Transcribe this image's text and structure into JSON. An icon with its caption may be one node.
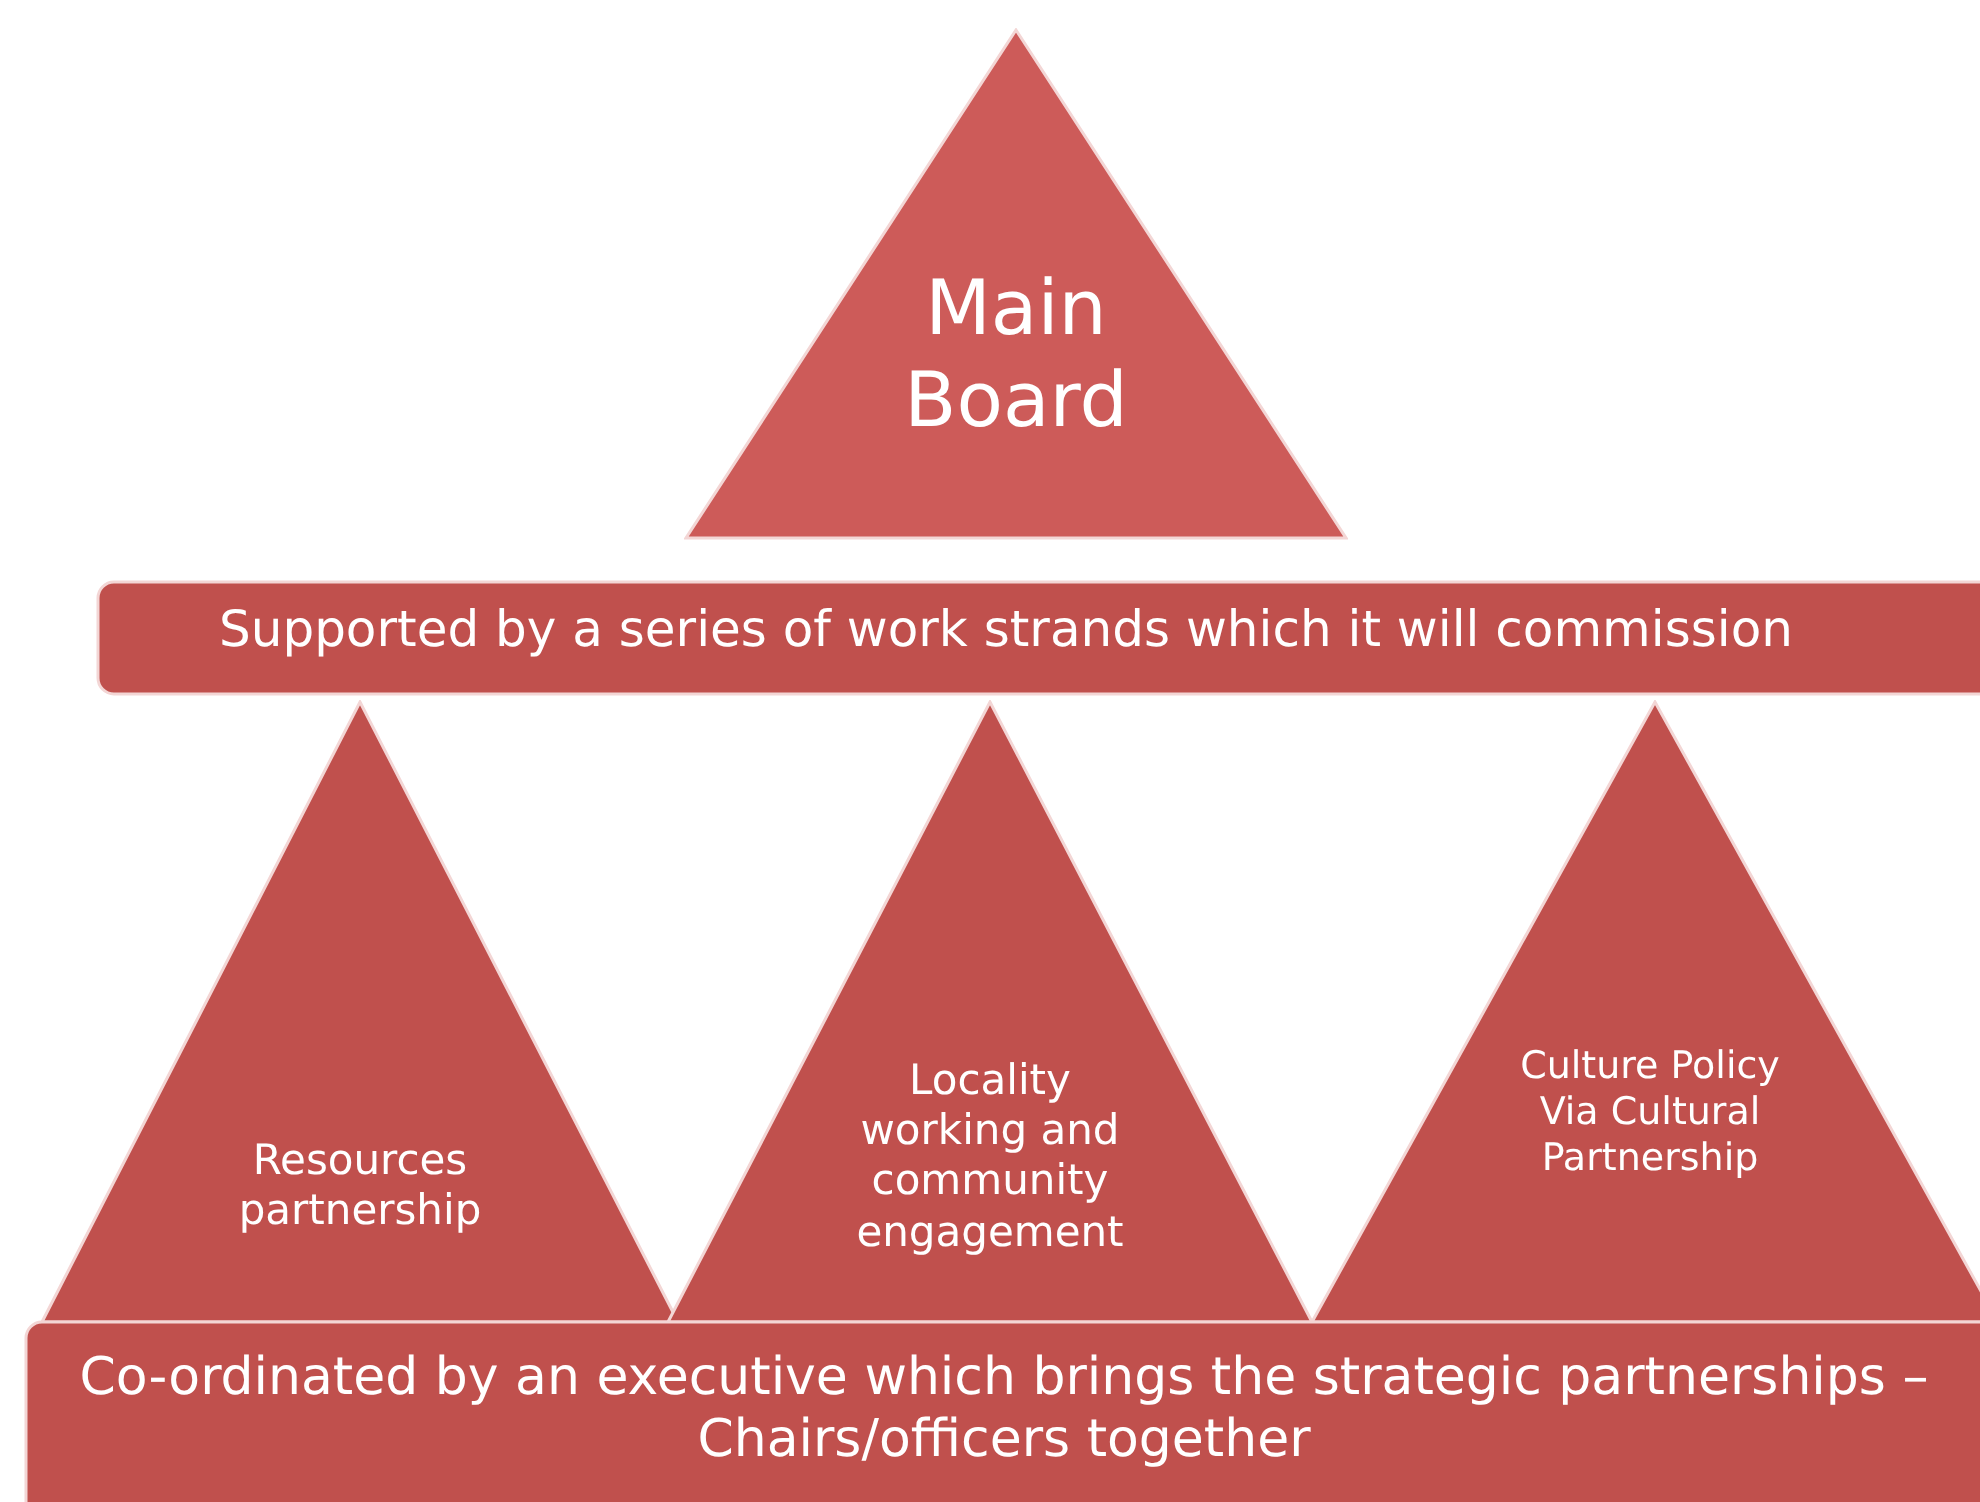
{
  "diagram": {
    "nodes": [
      {
        "text": [
          "Main Board"
        ]
      },
      {
        "text": [
          "Supported by a series of work strands which it will commission"
        ]
      },
      {
        "text": [
          "Resources partnership"
        ]
      },
      {
        "text": [
          "Locality working and community engagement"
        ]
      },
      {
        "text": [
          "Culture Policy Via Cultural Partnership"
        ]
      },
      {
        "text": [
          "Co-ordinated by an executive which brings the strategic partnerships –Chairs/officers together"
        ]
      }
    ],
    "edges": []
  }
}
